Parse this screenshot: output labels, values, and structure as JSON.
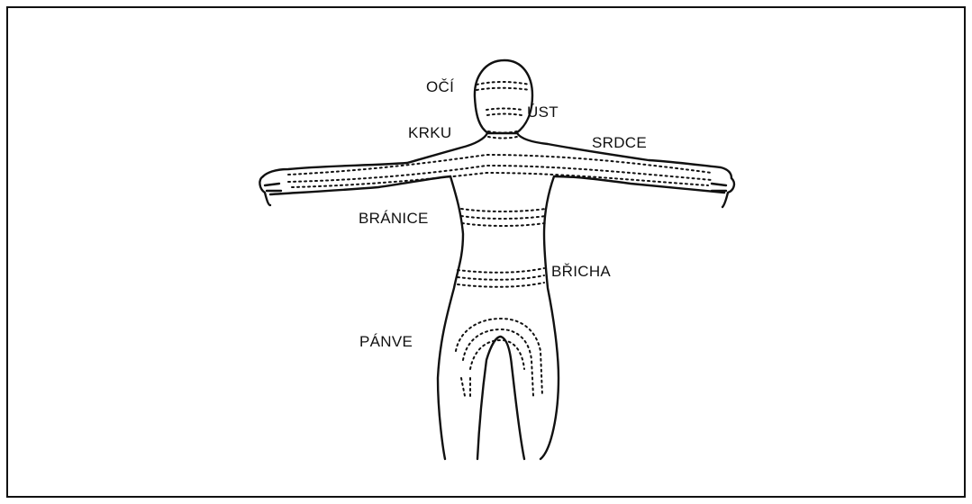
{
  "figure": {
    "line_color": "#111111",
    "background": "#ffffff",
    "labels": {
      "oci": "OČÍ",
      "ust": "ÚST",
      "krku": "KRKU",
      "srdce": "SRDCE",
      "branice": "BRÁNICE",
      "bricha": "BŘICHA",
      "panve": "PÁNVE"
    }
  }
}
